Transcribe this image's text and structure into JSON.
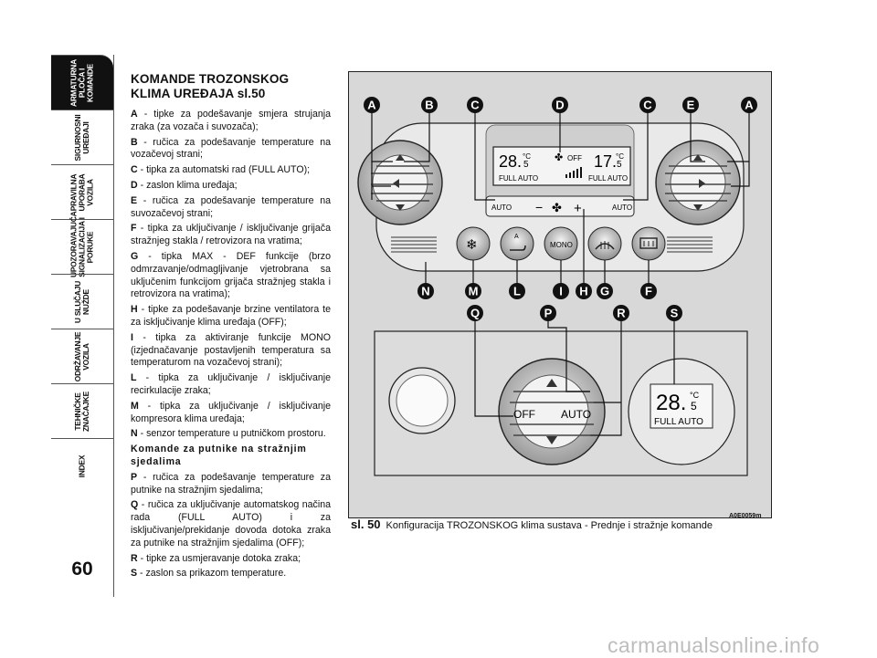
{
  "tabs": [
    {
      "label": "ARMATURNA\nPLOČA I\nKOMANDE",
      "active": true
    },
    {
      "label": "SIGURNOSNI\nUREĐAJI",
      "active": false
    },
    {
      "label": "PRAVILNA\nUPORABA\nVOZILA",
      "active": false
    },
    {
      "label": "UPOZORAVAJUĆA\nSIGNALIZACIJA I\nPORUKE",
      "active": false
    },
    {
      "label": "U SLUČAJU\nNUŽDE",
      "active": false
    },
    {
      "label": "ODRŽAVANJE\nVOZILA",
      "active": false
    },
    {
      "label": "TEHNIČKE\nZNAČAJKE",
      "active": false
    },
    {
      "label": "INDEX",
      "active": false
    }
  ],
  "page_number": "60",
  "title": "KOMANDE TROZONSKOG KLIMA UREĐAJA sl.50",
  "items": [
    {
      "key": "A",
      "text": " - tipke za podešavanje smjera strujanja zraka (za vozača i suvozača);"
    },
    {
      "key": "B",
      "text": " - ručica za podešavanje temperature na vozačevoj strani;"
    },
    {
      "key": "C",
      "text": " - tipka za automatski rad (FULL AUTO);"
    },
    {
      "key": "D",
      "text": " - zaslon klima uređaja;"
    },
    {
      "key": "E",
      "text": " - ručica za podešavanje temperature na suvozačevoj strani;"
    },
    {
      "key": "F",
      "text": " - tipka za uključivanje / isključivanje grijača stražnjeg stakla / retrovizora na vratima;"
    },
    {
      "key": "G",
      "text": " - tipka MAX - DEF funkcije (brzo odmrzavanje/odmagljivanje vjetrobrana sa uključenim funkcijom grijača stražnjeg stakla i retrovizora na vratima);"
    },
    {
      "key": "H",
      "text": " - tipke za podešavanje brzine ventilatora te za isključivanje klima uređaja (OFF);"
    },
    {
      "key": "I",
      "text": " - tipka za aktiviranje funkcije MONO (izjednačavanje postavljenih temperatura sa temperaturom na vozačevoj strani);"
    },
    {
      "key": "L",
      "text": " - tipka za uključivanje / isključivanje recirkulacije zraka;"
    },
    {
      "key": "M",
      "text": " - tipka za uključivanje / isključivanje kompresora klima uređaja;"
    },
    {
      "key": "N",
      "text": " - senzor temperature u putničkom prostoru."
    }
  ],
  "rear_heading": "Komande za putnike na stražnjim sjedalima",
  "rear_items": [
    {
      "key": "P",
      "text": " - ručica za podešavanje temperature za putnike na stražnjim sjedalima;"
    },
    {
      "key": "Q",
      "text": " - ručica za uključivanje automatskog načina rada (FULL AUTO) i za isključivanje/prekidanje dovoda dotoka zraka za putnike na stražnjim sjedalima (OFF);"
    },
    {
      "key": "R",
      "text": " - tipke za usmjeravanje dotoka zraka;"
    },
    {
      "key": "S",
      "text": " - zaslon sa prikazom temperature."
    }
  ],
  "figure": {
    "callouts": [
      "A",
      "B",
      "C",
      "D",
      "C",
      "E",
      "A",
      "N",
      "M",
      "L",
      "I",
      "H",
      "G",
      "F",
      "Q",
      "P",
      "R",
      "S"
    ],
    "front_display": {
      "left_temp": "28.",
      "left_dec": "5",
      "right_temp": "17.",
      "right_dec": "5",
      "unit": "°C",
      "off": "OFF",
      "left_mode": "FULL AUTO",
      "right_mode": "FULL AUTO"
    },
    "buttons": {
      "auto_left": "AUTO",
      "auto_right": "AUTO",
      "minus": "−",
      "plus": "+",
      "a_button": "A",
      "mono": "MONO"
    },
    "rear_knob": {
      "off": "OFF",
      "auto": "AUTO"
    },
    "rear_display": {
      "temp": "28.",
      "dec": "5",
      "unit": "°C",
      "mode": "FULL AUTO"
    }
  },
  "caption_number": "sl. 50",
  "caption_text": "Konfiguracija TROZONSKOG klima sustava  - Prednje i stražnje komande",
  "figure_code": "A0E0059m",
  "watermark": "carmanualsonline.info"
}
